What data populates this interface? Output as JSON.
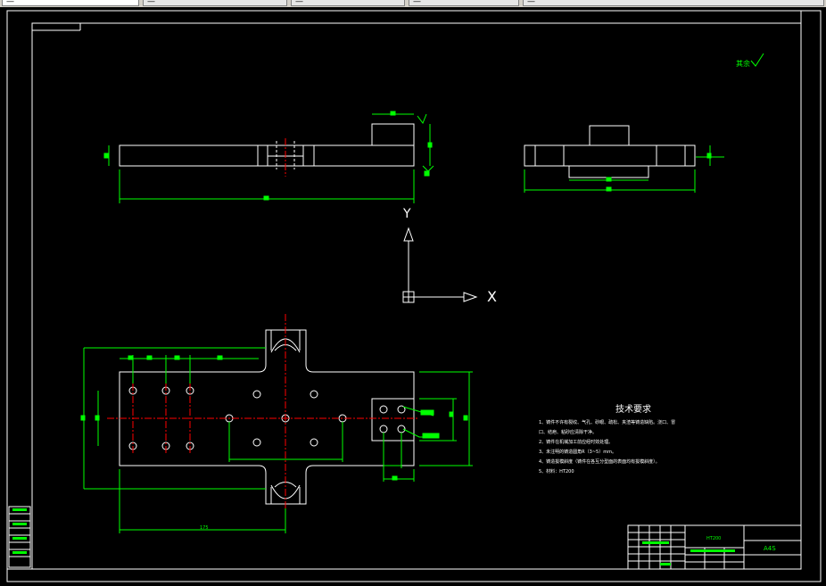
{
  "tabs": [
    {
      "label": "—"
    },
    {
      "label": "—"
    },
    {
      "label": "—"
    },
    {
      "label": "—"
    },
    {
      "label": "—"
    }
  ],
  "drawing": {
    "roughness_mark": "其余",
    "tech_req_title": "技术要求",
    "tech_req_lines": [
      "1、铸件不许有裂纹、气孔、砂眼、疏松、夹渣等铸造缺陷。浇口、冒",
      "口、结疤、粘砂应清除干净。",
      "2、铸件在机械加工前应经时效处理。",
      "3、未注明的铸造圆角R（3~5）mm。",
      "4、铸造拔模斜度（铸件在各互分型面的表面均有拔模斜度）。",
      "5、材料：HT200"
    ],
    "title_block_material": "HT200",
    "title_block_scale": "A4S",
    "ucs_x": "X",
    "ucs_y": "Y",
    "dim_bottom": "175"
  },
  "colors": {
    "background": "#000000",
    "outline": "#ffffff",
    "dimension": "#00ff00",
    "centerline": "#ff0000"
  }
}
